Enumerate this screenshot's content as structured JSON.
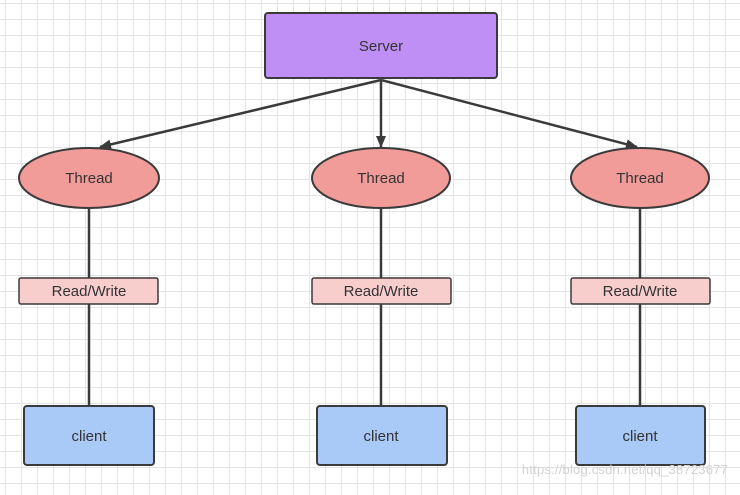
{
  "colors": {
    "server_fill": "#c08ff5",
    "thread_fill": "#f19c99",
    "rw_fill": "#f8cecc",
    "client_fill": "#a9c9f7",
    "stroke": "#3a3a3a",
    "grid": "#e4e4e4"
  },
  "server": {
    "label": "Server"
  },
  "columns": [
    {
      "thread_label": "Thread",
      "rw_label": "Read/Write",
      "client_label": "client"
    },
    {
      "thread_label": "Thread",
      "rw_label": "Read/Write",
      "client_label": "client"
    },
    {
      "thread_label": "Thread",
      "rw_label": "Read/Write",
      "client_label": "client"
    }
  ],
  "watermark": "https://blog.csdn.net/qq_38723677"
}
